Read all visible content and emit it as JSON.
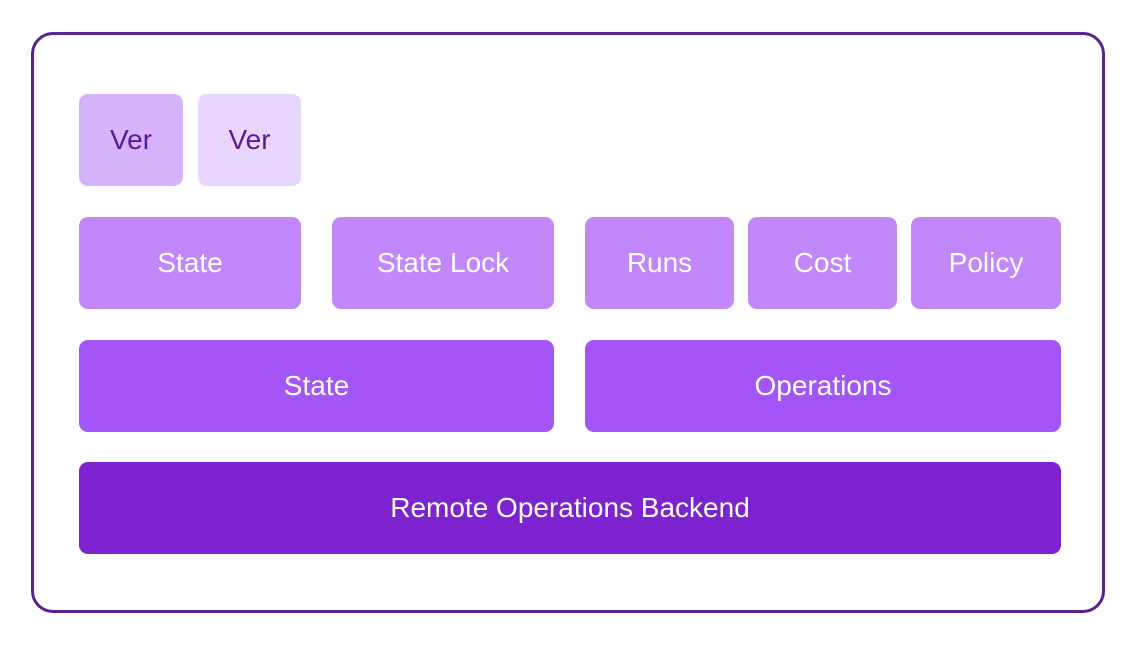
{
  "diagram": {
    "version_boxes": [
      "Ver",
      "Ver"
    ],
    "features": {
      "state": "State",
      "state_lock": "State Lock",
      "runs": "Runs",
      "cost": "Cost",
      "policy": "Policy"
    },
    "groups": {
      "state": "State",
      "operations": "Operations"
    },
    "backend": "Remote Operations Backend"
  },
  "colors": {
    "border": "#5b2391",
    "version_light": "#d6b4fb",
    "version_lighter": "#e9d6fe",
    "feature": "#c187fb",
    "group": "#a455f7",
    "backend": "#7d22cf"
  }
}
